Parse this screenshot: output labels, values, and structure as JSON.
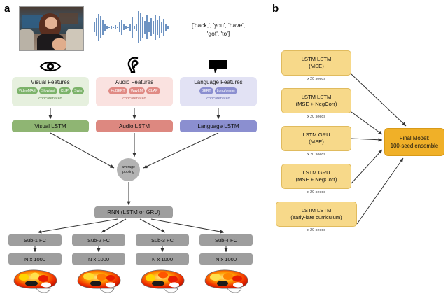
{
  "panels": {
    "a_label": "a",
    "b_label": "b"
  },
  "panel_a": {
    "stimulus": {
      "video_icon_name": "video-frame",
      "waveform_name": "audio-waveform",
      "waveform_color": "#3d6fad",
      "tokens_line1": "['back,', 'you', 'have',",
      "tokens_line2": "'got', 'to']"
    },
    "modality_icons": [
      {
        "name": "eye-icon",
        "label": "vision"
      },
      {
        "name": "ear-icon",
        "label": "audition"
      },
      {
        "name": "speech-bubble-icon",
        "label": "language"
      }
    ],
    "feature_panels": [
      {
        "title": "Visual Features",
        "chips": [
          "VideoMAE",
          "Slowfast",
          "CLIP",
          "Swin"
        ],
        "concat": "concatenated",
        "panel_color": "#e6f0de",
        "chip_color": "#7cb36a"
      },
      {
        "title": "Audio Features",
        "chips": [
          "HuBERT",
          "WavLM",
          "CLAP"
        ],
        "concat": "concatenated",
        "panel_color": "#fae2e0",
        "chip_color": "#e08a84"
      },
      {
        "title": "Language Features",
        "chips": [
          "BERT",
          "Longformer"
        ],
        "concat": "concatenated",
        "panel_color": "#e2e2f4",
        "chip_color": "#8b8fd0"
      }
    ],
    "lstm_boxes": [
      {
        "label": "Visual LSTM",
        "color": "#8fb573"
      },
      {
        "label": "Audio LSTM",
        "color": "#dd8880"
      },
      {
        "label": "Language LSTM",
        "color": "#8b8fd0"
      }
    ],
    "pooling": {
      "line1": "average",
      "line2": "pooling",
      "color": "#b3b3b3"
    },
    "rnn": {
      "label": "RNN  (LSTM or GRU)",
      "color": "#9e9e9e"
    },
    "fc_boxes": [
      "Sub-1 FC",
      "Sub-2 FC",
      "Sub-3 FC",
      "Sub-4 FC"
    ],
    "out_boxes": [
      "N x 1000",
      "N x 1000",
      "N x 1000",
      "N x 1000"
    ],
    "brains": [
      {
        "name": "brain-map-sub-1"
      },
      {
        "name": "brain-map-sub-2"
      },
      {
        "name": "brain-map-sub-3"
      },
      {
        "name": "brain-map-sub-4"
      }
    ]
  },
  "panel_b": {
    "models": [
      {
        "line1": "LSTM LSTM",
        "line2": "(MSE)",
        "seeds": "x 20 seeds"
      },
      {
        "line1": "LSTM LSTM",
        "line2": "(MSE + NegCorr)",
        "seeds": "x 20 seeds"
      },
      {
        "line1": "LSTM GRU",
        "line2": "(MSE)",
        "seeds": "x 20 seeds"
      },
      {
        "line1": "LSTM GRU",
        "line2": "(MSE + NegCorr)",
        "seeds": "x 20 seeds"
      },
      {
        "line1": "LSTM LSTM",
        "line2": "(early-late curriculum)",
        "seeds": "x 20 seeds"
      }
    ],
    "final": {
      "line1": "Final Model:",
      "line2": "100-seed ensemble",
      "color": "#f0b028"
    }
  }
}
